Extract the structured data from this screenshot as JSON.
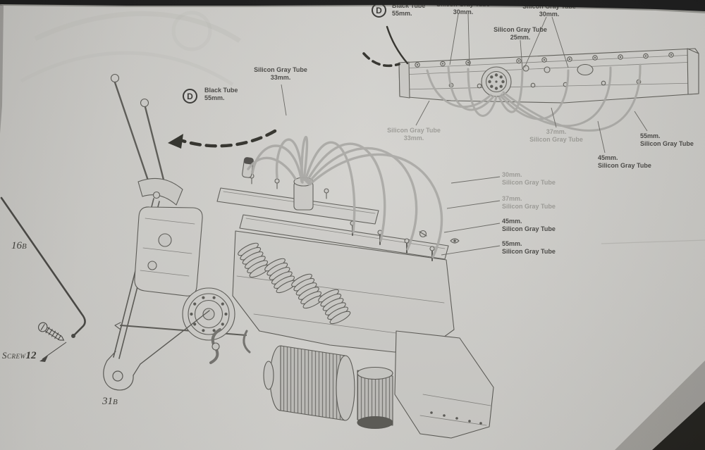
{
  "colors": {
    "paper": "#cbcac6",
    "ink_dark": "#3e3d3a",
    "ink_gray": "#95948f",
    "tube_gray": "#a3a29e"
  },
  "inset": {
    "d_badge": "D",
    "black_tube_line1": "Black Tube",
    "black_tube_line2": "55mm.",
    "labels": [
      {
        "line1": "Silicon Gray Tube",
        "line2": "30mm."
      },
      {
        "line1": "Silicon Gray Tube",
        "line2": "30mm."
      },
      {
        "line1": "Silicon Gray Tube",
        "line2": "25mm."
      },
      {
        "line1": "Silicon Gray Tube",
        "line2": "33mm."
      },
      {
        "line1": "37mm.",
        "line2": "Silicon Gray Tube"
      },
      {
        "line1": "45mm.",
        "line2": "Silicon Gray Tube"
      },
      {
        "line1": "55mm.",
        "line2": "Silicon Gray Tube"
      }
    ]
  },
  "main": {
    "d_badge": "D",
    "black_tube_line1": "Black Tube",
    "black_tube_line2": "55mm.",
    "tube33_line1": "Silicon Gray Tube",
    "tube33_line2": "33mm.",
    "tube_list": [
      {
        "size": "30mm.",
        "name": "Silicon Gray Tube"
      },
      {
        "size": "37mm.",
        "name": "Silicon Gray Tube"
      },
      {
        "size": "45mm.",
        "name": "Silicon Gray Tube"
      },
      {
        "size": "55mm.",
        "name": "Silicon Gray Tube"
      }
    ],
    "part_16b_num": "16",
    "part_16b_suffix": "B",
    "screw_word": "Screw",
    "screw_num": "12",
    "part_31b_num": "31",
    "part_31b_suffix": "B"
  }
}
